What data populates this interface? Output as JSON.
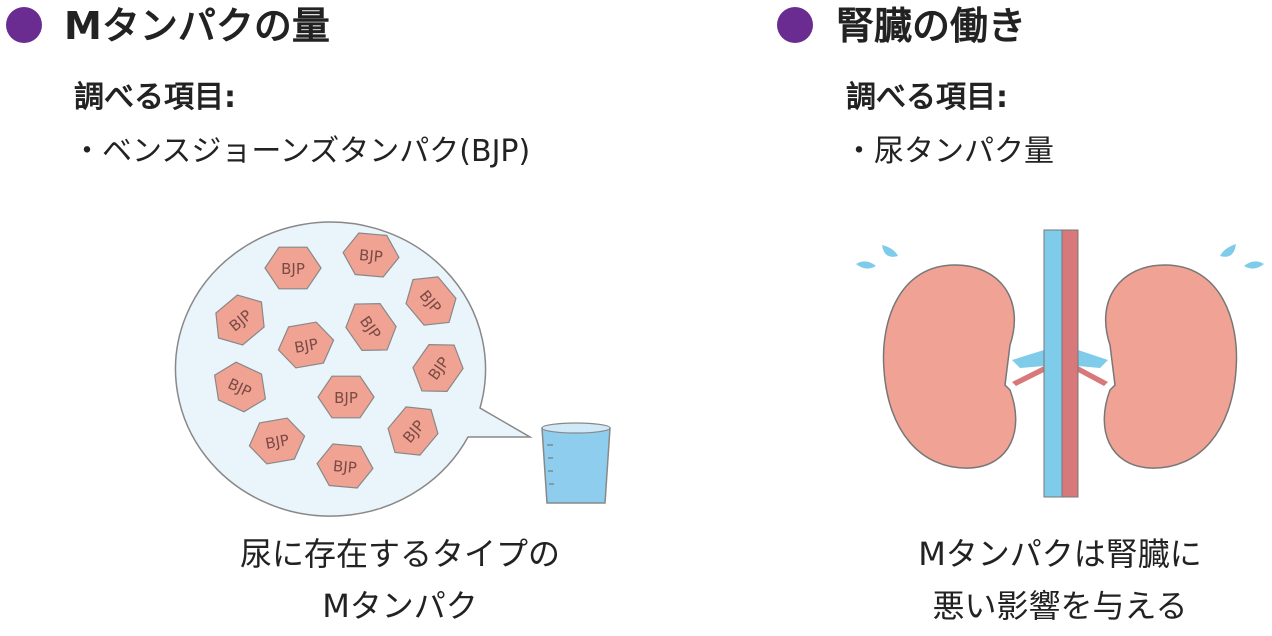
{
  "colors": {
    "bullet": "#6a2c91",
    "protein": "#f0a393",
    "bubble": "#eaf4fb",
    "water": "#8fcdef",
    "kidney": "#f0a394",
    "vein": "#7fcbea",
    "artery": "#d7797a"
  },
  "left": {
    "title": "Mタンパクの量",
    "subheading": "調べる項目:",
    "item": "・ベンスジョーンズタンパク(BJP)",
    "protein_label": "BJP",
    "protein_count": 12,
    "caption_line1": "尿に存在するタイプの",
    "caption_line2": "Mタンパク"
  },
  "right": {
    "title": "腎臓の働き",
    "subheading": "調べる項目:",
    "item": "・尿タンパク量",
    "caption_line1": "Mタンパクは腎臓に",
    "caption_line2": "悪い影響を与える"
  }
}
